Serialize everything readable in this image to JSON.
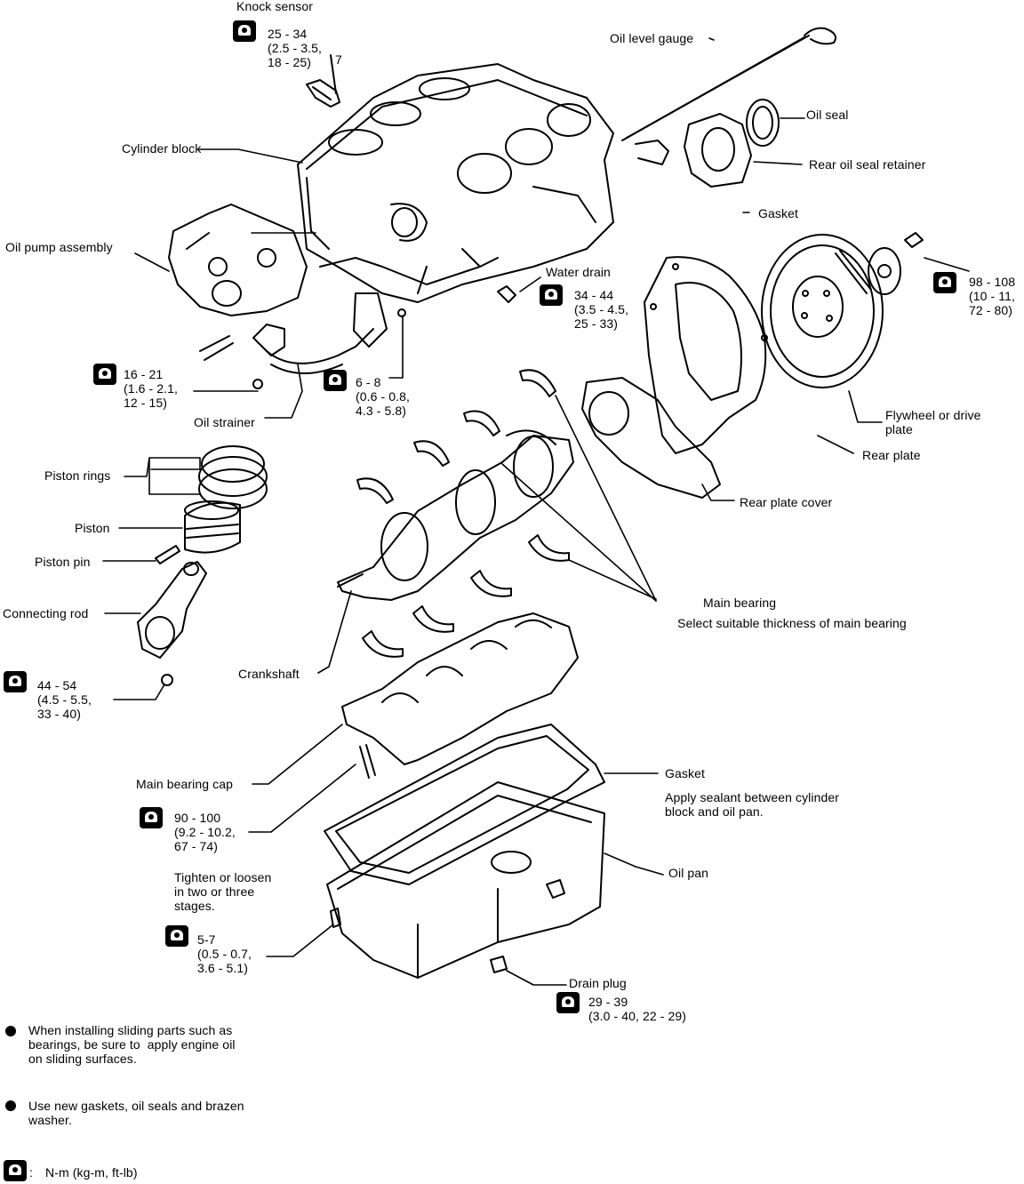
{
  "labels": {
    "knock_sensor": "Knock sensor",
    "oil_level_gauge": "Oil level gauge",
    "oil_seal": "Oil seal",
    "rear_oil_seal_retainer": "Rear oil seal retainer",
    "gasket_top": "Gasket",
    "cylinder_block": "Cylinder block",
    "oil_pump_assembly": "Oil pump assembly",
    "water_drain": "Water drain",
    "oil_strainer": "Oil strainer",
    "flywheel": "Flywheel or drive\nplate",
    "rear_plate": "Rear plate",
    "rear_plate_cover": "Rear plate cover",
    "piston_rings": "Piston rings",
    "piston": "Piston",
    "piston_pin": "Piston pin",
    "connecting_rod": "Connecting rod",
    "main_bearing": "Main bearing",
    "main_bearing_note": "Select suitable thickness of main bearing",
    "crankshaft": "Crankshaft",
    "main_bearing_cap": "Main bearing cap",
    "gasket_bottom": "Gasket",
    "gasket_note": "Apply sealant between cylinder\nblock and oil pan.",
    "oil_pan": "Oil pan",
    "tighten_note": "Tighten or loosen\nin two or three\nstages.",
    "drain_plug": "Drain plug"
  },
  "torques": {
    "knock_sensor": "25 - 34\n(2.5 - 3.5,\n18 - 25)",
    "water_drain": "34 - 44\n(3.5 - 4.5,\n25 - 33)",
    "flywheel": "98 - 108\n(10 - 11,\n72 - 80)",
    "oil_pump": "16 - 21\n(1.6 - 2.1,\n12 - 15)",
    "strainer": "6 - 8\n(0.6 - 0.8,\n4.3 - 5.8)",
    "connecting_rod": "44 - 54\n(4.5 - 5.5,\n33 - 40)",
    "main_bearing_cap": "90 - 100\n(9.2 - 10.2,\n67 - 74)",
    "oil_pan": "5-7\n(0.5 - 0.7,\n3.6 - 5.1)",
    "drain_plug": "29 - 39\n(3.0 - 40, 22 - 29)"
  },
  "notes": {
    "sliding_parts": "When installing sliding parts such as\nbearings, be sure to  apply engine oil\non sliding surfaces.",
    "new_gaskets": "Use new gaskets, oil seals and brazen\nwasher.",
    "legend_colon": ":",
    "legend_units": "N-m (kg-m, ft-lb)"
  },
  "callout_seven": "7"
}
